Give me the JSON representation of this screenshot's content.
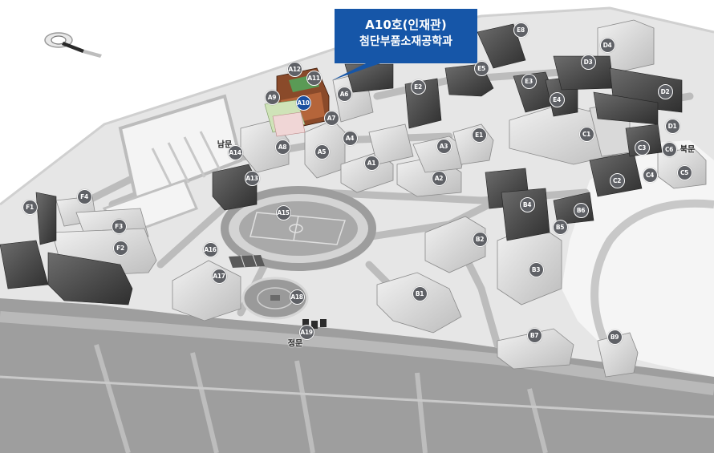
{
  "callout": {
    "building": "A10호(인재관)",
    "department": "첨단부품소재공학과",
    "color": "#1656a8"
  },
  "highlight_building": "A10",
  "markers": [
    {
      "id": "A1"
    },
    {
      "id": "A2"
    },
    {
      "id": "A3"
    },
    {
      "id": "A4"
    },
    {
      "id": "A5"
    },
    {
      "id": "A6"
    },
    {
      "id": "A7"
    },
    {
      "id": "A8"
    },
    {
      "id": "A9"
    },
    {
      "id": "A10"
    },
    {
      "id": "A11"
    },
    {
      "id": "A12"
    },
    {
      "id": "A13"
    },
    {
      "id": "A14"
    },
    {
      "id": "A15"
    },
    {
      "id": "A16"
    },
    {
      "id": "A17"
    },
    {
      "id": "A18"
    },
    {
      "id": "A19"
    },
    {
      "id": "B1"
    },
    {
      "id": "B2"
    },
    {
      "id": "B3"
    },
    {
      "id": "B4"
    },
    {
      "id": "B5"
    },
    {
      "id": "B6"
    },
    {
      "id": "B7"
    },
    {
      "id": "B9"
    },
    {
      "id": "C1"
    },
    {
      "id": "C2"
    },
    {
      "id": "C3"
    },
    {
      "id": "C4"
    },
    {
      "id": "C5"
    },
    {
      "id": "C6"
    },
    {
      "id": "D1"
    },
    {
      "id": "D2"
    },
    {
      "id": "D3"
    },
    {
      "id": "D4"
    },
    {
      "id": "E1"
    },
    {
      "id": "E2"
    },
    {
      "id": "E3"
    },
    {
      "id": "E4"
    },
    {
      "id": "E5"
    },
    {
      "id": "E8"
    },
    {
      "id": "F1"
    },
    {
      "id": "F2"
    },
    {
      "id": "F3"
    },
    {
      "id": "F4"
    }
  ],
  "gates": {
    "south": "남문",
    "north": "북문",
    "main": "정문"
  },
  "icons": {
    "compass": "compass-icon"
  },
  "colors": {
    "marker": "#5f6166",
    "highlight": "#1a4fa0"
  }
}
